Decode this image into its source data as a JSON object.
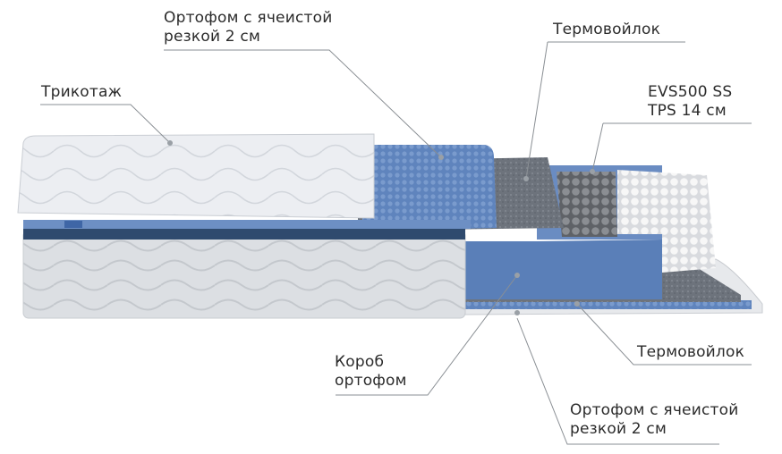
{
  "diagram": {
    "subject": "Mattress layer cross-section",
    "colors": {
      "background": "#ffffff",
      "text": "#2b2b2b",
      "leader_line": "#8a8f94",
      "knit_cover": "#e6e9ee",
      "blue_foam": "#5a7fb8",
      "felt": "#6a6f78",
      "springs_white": "#f2f2f2",
      "springs_grey": "#7c7f84"
    },
    "labels": {
      "top_foam": {
        "line1": "Ортофом с ячеистой",
        "line2": "резкой 2 см"
      },
      "knit": {
        "line1": "Трикотаж"
      },
      "felt_top": {
        "line1": "Термовойлок"
      },
      "springs": {
        "line1": "EVS500 SS",
        "line2": "TPS 14 см"
      },
      "box_foam": {
        "line1": "Короб",
        "line2": "ортофом"
      },
      "felt_bottom": {
        "line1": "Термовойлок"
      },
      "bottom_foam": {
        "line1": "Ортофом с ячеистой",
        "line2": "резкой 2 см"
      }
    }
  }
}
